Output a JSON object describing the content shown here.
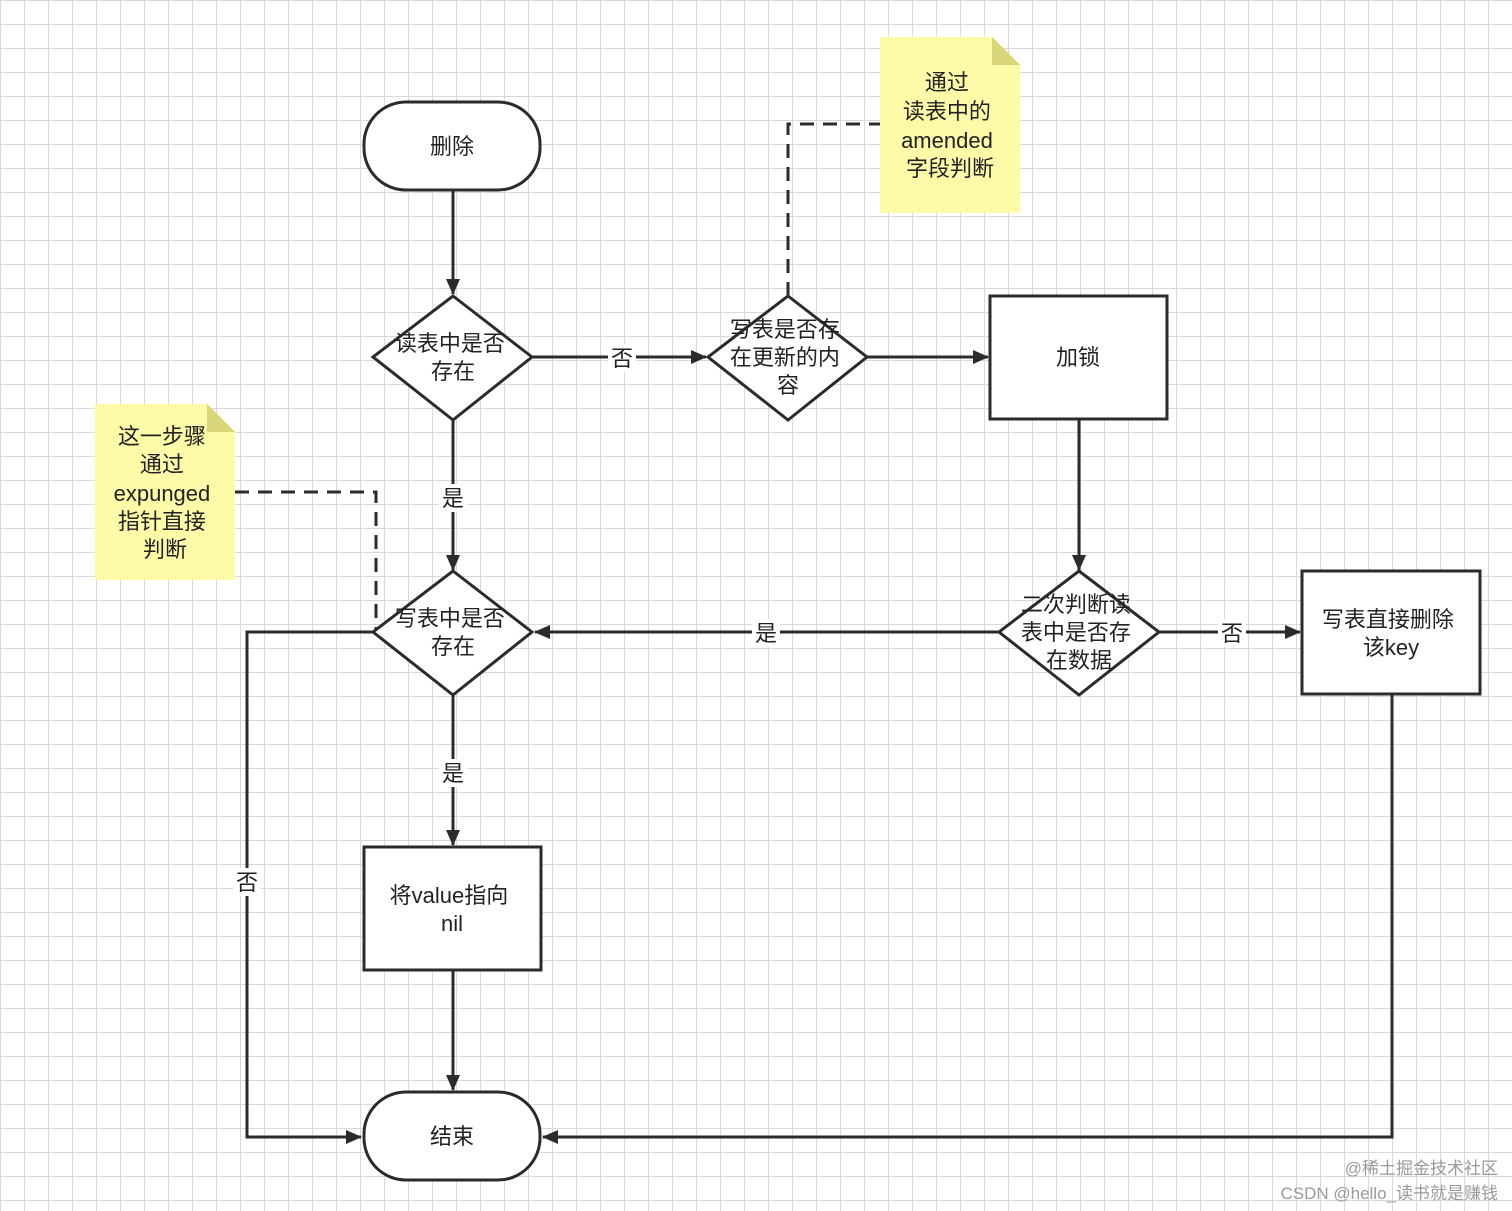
{
  "nodes": {
    "start": "删除",
    "check_read": [
      "读表中是否",
      "存在"
    ],
    "check_dirty_updated": [
      "写表是否存",
      "在更新的内",
      "容"
    ],
    "lock": "加锁",
    "check_write": [
      "写表中是否",
      "存在"
    ],
    "second_check": [
      "二次判断读",
      "表中是否存",
      "在数据"
    ],
    "delete_key": [
      "写表直接删除",
      "该key"
    ],
    "set_nil": [
      "将value指向",
      "nil"
    ],
    "end": "结束"
  },
  "notes": {
    "amended": [
      "通过",
      "读表中的",
      "amended",
      "字段判断"
    ],
    "expunged": [
      "这一步骤",
      "通过",
      "expunged",
      "指针直接",
      "判断"
    ]
  },
  "edge_labels": {
    "read_no": "否",
    "read_yes": "是",
    "write_yes": "是",
    "write_no": "否",
    "second_yes": "是",
    "second_no": "否"
  },
  "watermark": {
    "line1": "@稀土掘金技术社区",
    "line2": "CSDN @hello_读书就是赚钱"
  },
  "colors": {
    "stroke": "#2b2b2b",
    "note_fill": "#fdfba8",
    "note_fold": "#d9d77a"
  }
}
